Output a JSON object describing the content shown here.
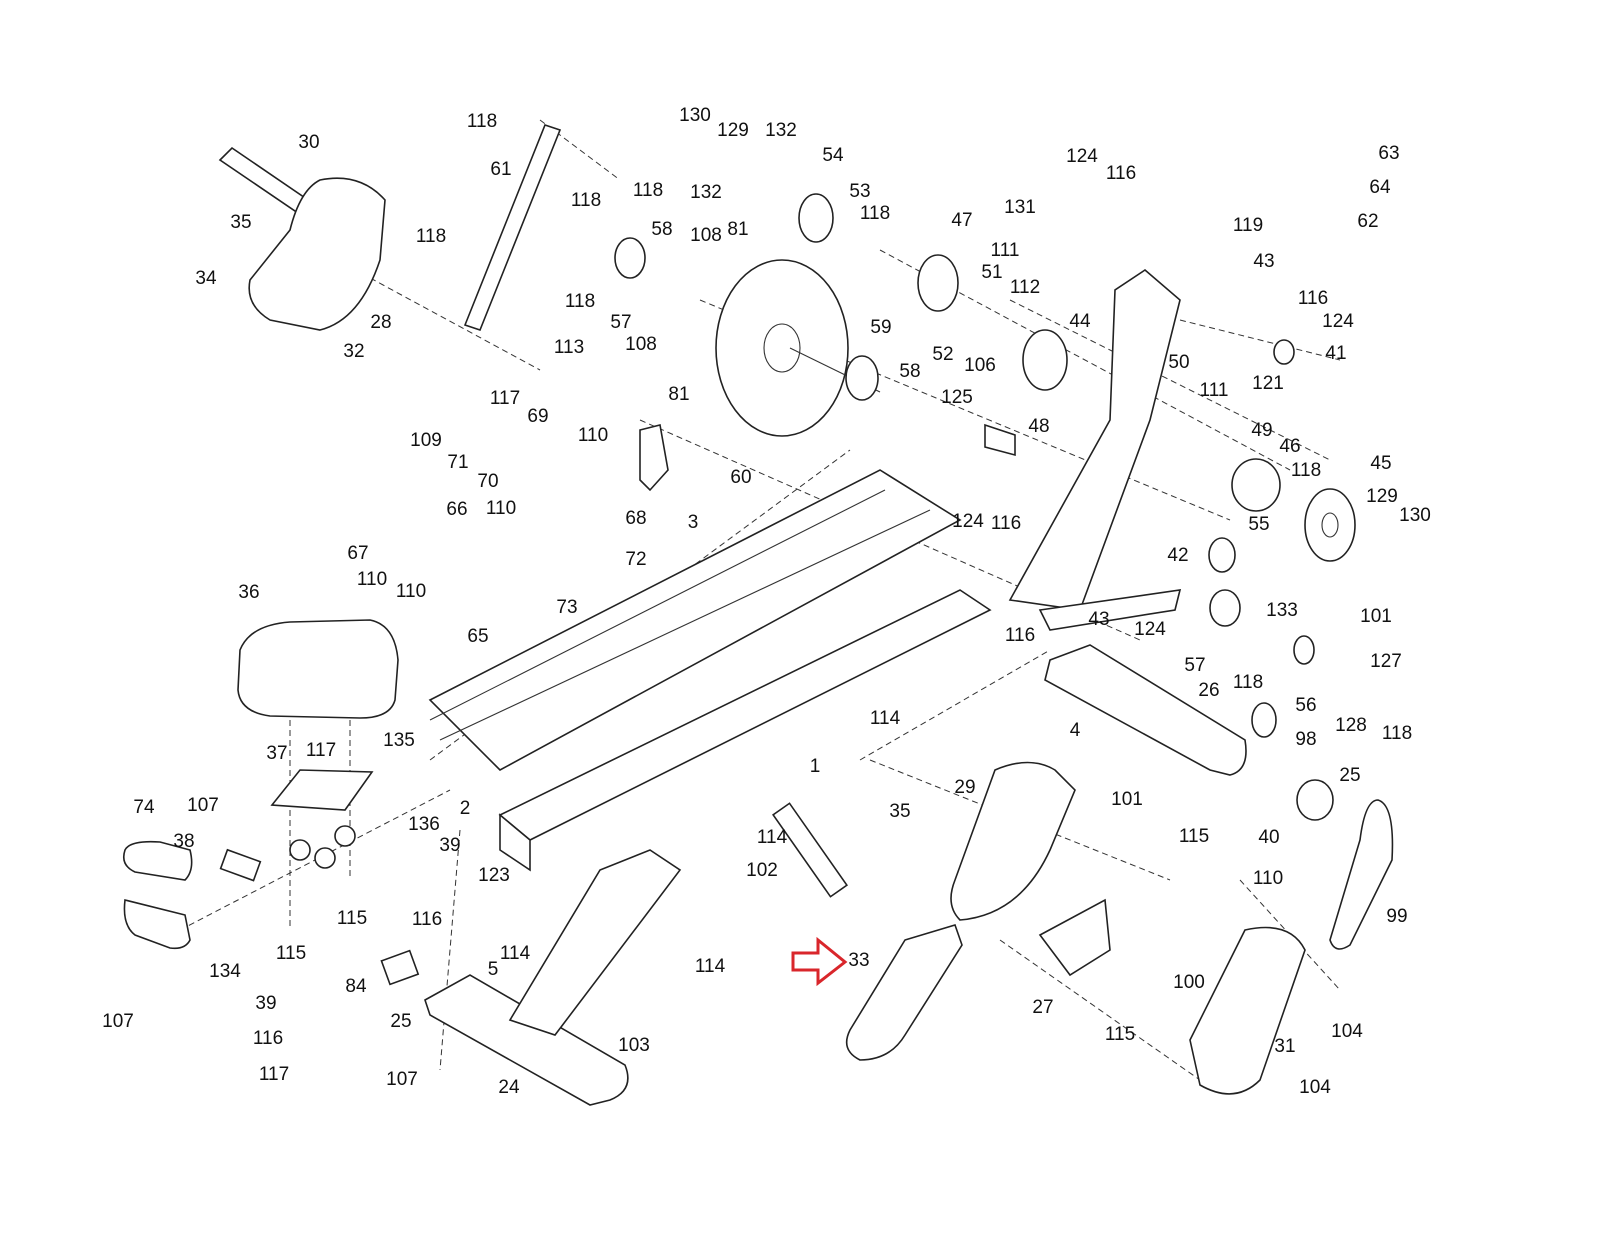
{
  "diagram": {
    "type": "exploded parts diagram",
    "highlight_color": "#d9262b",
    "highlighted_part": "33",
    "part_labels": [
      "118",
      "130",
      "129",
      "132",
      "30",
      "61",
      "54",
      "118",
      "132",
      "53",
      "118",
      "118",
      "47",
      "124",
      "116",
      "63",
      "64",
      "62",
      "131",
      "119",
      "35",
      "118",
      "58",
      "108",
      "81",
      "111",
      "43",
      "51",
      "112",
      "34",
      "118",
      "116",
      "124",
      "28",
      "57",
      "44",
      "59",
      "32",
      "108",
      "113",
      "52",
      "41",
      "111",
      "121",
      "50",
      "106",
      "58",
      "81",
      "117",
      "69",
      "125",
      "48",
      "109",
      "110",
      "71",
      "49",
      "46",
      "45",
      "60",
      "70",
      "118",
      "129",
      "130",
      "110",
      "66",
      "68",
      "3",
      "124",
      "116",
      "55",
      "42",
      "67",
      "72",
      "110",
      "110",
      "36",
      "73",
      "133",
      "101",
      "43",
      "124",
      "116",
      "65",
      "57",
      "118",
      "56",
      "127",
      "128",
      "118",
      "26",
      "114",
      "4",
      "98",
      "135",
      "37",
      "117",
      "1",
      "25",
      "29",
      "101",
      "2",
      "74",
      "107",
      "35",
      "114",
      "115",
      "40",
      "136",
      "38",
      "39",
      "102",
      "110",
      "123",
      "115",
      "116",
      "99",
      "114",
      "115",
      "134",
      "114",
      "33",
      "100",
      "5",
      "84",
      "39",
      "25",
      "27",
      "104",
      "31",
      "107",
      "115",
      "116",
      "103",
      "117",
      "107",
      "24",
      "104"
    ]
  }
}
